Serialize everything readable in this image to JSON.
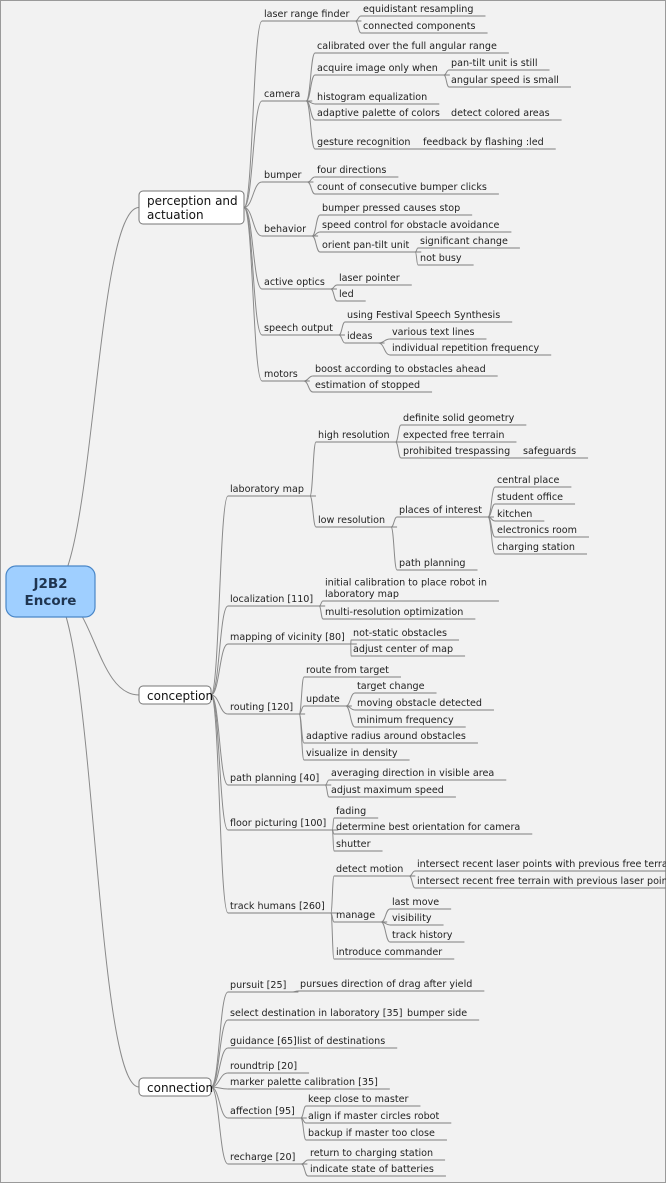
{
  "root": {
    "line1": "J2B2",
    "line2": "Encore"
  },
  "branches": [
    {
      "label_lines": [
        "perception and",
        "actuation"
      ],
      "children": [
        {
          "label": "laser range finder",
          "children": [
            {
              "label": "equidistant resampling"
            },
            {
              "label": "connected components"
            }
          ]
        },
        {
          "label": "camera",
          "children": [
            {
              "label": "calibrated over the full angular range"
            },
            {
              "label": "acquire image only when",
              "children": [
                {
                  "label": "pan-tilt unit is still"
                },
                {
                  "label": "angular speed is small"
                }
              ]
            },
            {
              "label": "histogram equalization"
            },
            {
              "label": "adaptive palette of colors",
              "children": [
                {
                  "label": "detect colored areas"
                }
              ]
            },
            {
              "label": "gesture recognition",
              "children": [
                {
                  "label": "feedback by flashing :led"
                }
              ]
            }
          ]
        },
        {
          "label": "bumper",
          "children": [
            {
              "label": "four directions"
            },
            {
              "label": "count of consecutive bumper clicks"
            }
          ]
        },
        {
          "label": "behavior",
          "children": [
            {
              "label": "bumper pressed causes stop"
            },
            {
              "label": "speed control for obstacle avoidance"
            },
            {
              "label": "orient pan-tilt unit",
              "children": [
                {
                  "label": "significant change"
                },
                {
                  "label": "not busy"
                }
              ]
            }
          ]
        },
        {
          "label": "active optics",
          "children": [
            {
              "label": "laser pointer"
            },
            {
              "label": "led"
            }
          ]
        },
        {
          "label": "speech output",
          "children": [
            {
              "label": "using Festival Speech Synthesis"
            },
            {
              "label": "ideas",
              "children": [
                {
                  "label": "various text lines"
                },
                {
                  "label": "individual repetition frequency"
                }
              ]
            }
          ]
        },
        {
          "label": "motors",
          "children": [
            {
              "label": "boost according to obstacles ahead"
            },
            {
              "label": "estimation of stopped"
            }
          ]
        }
      ]
    },
    {
      "label_lines": [
        "conception"
      ],
      "children": [
        {
          "label": "laboratory map",
          "children": [
            {
              "label": "high resolution",
              "children": [
                {
                  "label": "definite solid geometry"
                },
                {
                  "label": "expected free terrain"
                },
                {
                  "label": "prohibited trespassing",
                  "children": [
                    {
                      "label": "safeguards"
                    }
                  ]
                }
              ]
            },
            {
              "label": "low resolution",
              "children": [
                {
                  "label": "places of interest",
                  "children": [
                    {
                      "label": "central place"
                    },
                    {
                      "label": "student office"
                    },
                    {
                      "label": "kitchen"
                    },
                    {
                      "label": "electronics room"
                    },
                    {
                      "label": "charging station"
                    }
                  ]
                },
                {
                  "label": "path planning"
                }
              ]
            }
          ]
        },
        {
          "label": "localization [110]",
          "children": [
            {
              "label_lines": [
                "initial calibration to place robot in",
                "laboratory map"
              ]
            },
            {
              "label": "multi-resolution optimization"
            }
          ]
        },
        {
          "label": "mapping of vicinity [80]",
          "children": [
            {
              "label": "not-static obstacles"
            },
            {
              "label": "adjust center of map"
            }
          ]
        },
        {
          "label": "routing [120]",
          "children": [
            {
              "label": "route from target"
            },
            {
              "label": "update",
              "children": [
                {
                  "label": "target change"
                },
                {
                  "label": "moving obstacle detected"
                },
                {
                  "label": "minimum frequency"
                }
              ]
            },
            {
              "label": "adaptive radius around obstacles"
            },
            {
              "label": "visualize in density"
            }
          ]
        },
        {
          "label": "path planning [40]",
          "children": [
            {
              "label": "averaging direction in visible area"
            },
            {
              "label": "adjust maximum speed"
            }
          ]
        },
        {
          "label": "floor picturing [100]",
          "children": [
            {
              "label": "fading"
            },
            {
              "label": "determine best orientation for camera"
            },
            {
              "label": "shutter"
            }
          ]
        },
        {
          "label": "track humans [260]",
          "children": [
            {
              "label": "detect motion",
              "children": [
                {
                  "label": "intersect recent laser points with previous free terrain"
                },
                {
                  "label": "intersect recent free terrain with previous laser points"
                }
              ]
            },
            {
              "label": "manage",
              "children": [
                {
                  "label": "last move"
                },
                {
                  "label": "visibility"
                },
                {
                  "label": "track history"
                }
              ]
            },
            {
              "label": "introduce commander"
            }
          ]
        }
      ]
    },
    {
      "label_lines": [
        "connection"
      ],
      "children": [
        {
          "label": "pursuit [25]",
          "children": [
            {
              "label": "pursues direction of drag after yield"
            }
          ]
        },
        {
          "label": "select destination in laboratory [35]",
          "children": [
            {
              "label": "bumper side"
            }
          ]
        },
        {
          "label": "guidance [65]",
          "children": [
            {
              "label": "list of destinations"
            }
          ]
        },
        {
          "label": "roundtrip [20]"
        },
        {
          "label": "marker palette calibration [35]"
        },
        {
          "label": "affection [95]",
          "children": [
            {
              "label": "keep close to master"
            },
            {
              "label": "align if master circles robot"
            },
            {
              "label": "backup if master too close"
            }
          ]
        },
        {
          "label": "recharge [20]",
          "children": [
            {
              "label": "return to charging station"
            },
            {
              "label": "indicate state of batteries"
            }
          ]
        }
      ]
    }
  ]
}
